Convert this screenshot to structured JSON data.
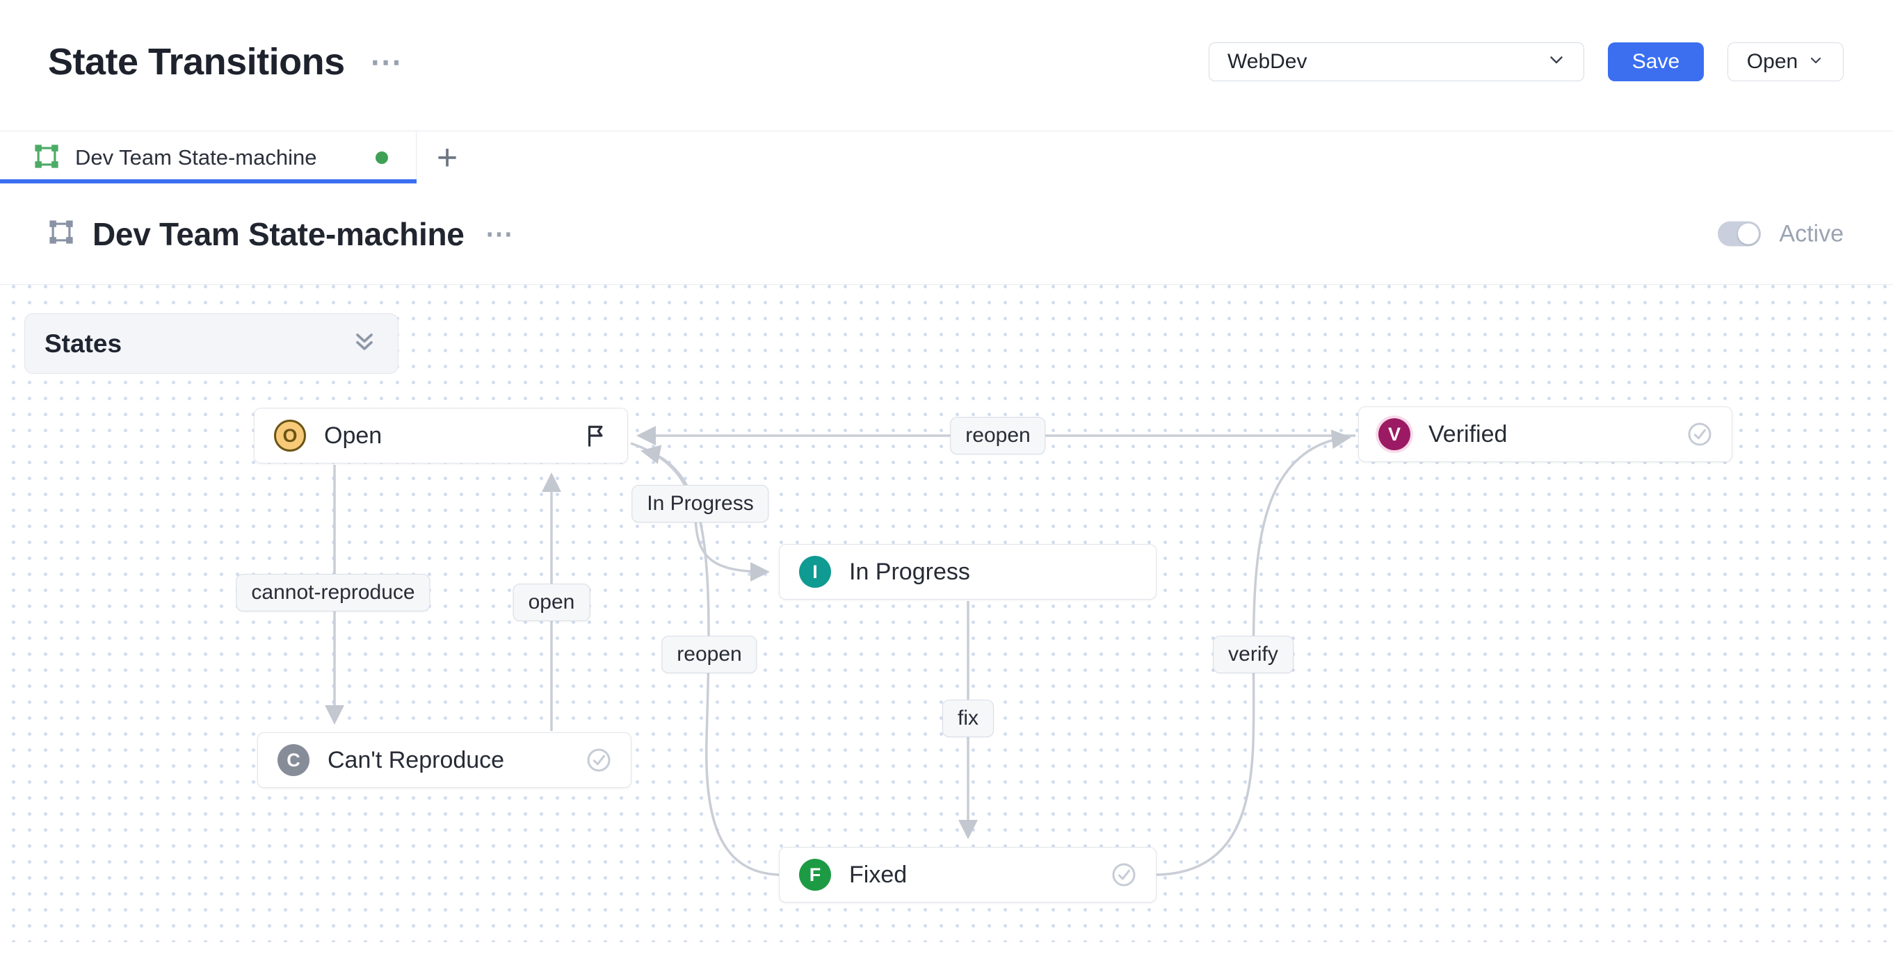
{
  "header": {
    "title": "State Transitions",
    "menu_ellipsis": "⋯",
    "workspace_select": {
      "value": "WebDev"
    },
    "save_label": "Save",
    "open_label": "Open"
  },
  "tabs": {
    "active_tab": {
      "label": "Dev Team State-machine",
      "status_dot_color": "#3fa156"
    },
    "add_tab_label": "+"
  },
  "machine": {
    "title": "Dev Team State-machine",
    "menu_ellipsis": "⋯",
    "active_toggle": {
      "label": "Active",
      "on": true
    }
  },
  "canvas": {
    "states_panel_label": "States",
    "nodes": [
      {
        "label": "Open",
        "letter": "O",
        "badge_color": "#f7ca79",
        "badge_text_color": "#6b5414",
        "right_icon": "flag-icon"
      },
      {
        "label": "Verified",
        "letter": "V",
        "badge_color": "#9b1a63",
        "badge_text_color": "#ffffff",
        "right_icon": "check-circle-icon"
      },
      {
        "label": "In Progress",
        "letter": "I",
        "badge_color": "#0f9a92",
        "badge_text_color": "#ffffff",
        "right_icon": null
      },
      {
        "label": "Can't Reproduce",
        "letter": "C",
        "badge_color": "#878d98",
        "badge_text_color": "#ffffff",
        "right_icon": "check-circle-icon"
      },
      {
        "label": "Fixed",
        "letter": "F",
        "badge_color": "#1d9b44",
        "badge_text_color": "#ffffff",
        "right_icon": "check-circle-icon"
      }
    ],
    "edges": [
      {
        "label": "reopen",
        "from": "Verified",
        "to": "Open"
      },
      {
        "label": "In Progress",
        "from": "Open",
        "to": "In Progress"
      },
      {
        "label": "cannot-reproduce",
        "from": "Open",
        "to": "Can't Reproduce"
      },
      {
        "label": "open",
        "from": "Can't Reproduce",
        "to": "Open"
      },
      {
        "label": "reopen",
        "from": "Fixed",
        "to": "Open"
      },
      {
        "label": "fix",
        "from": "In Progress",
        "to": "Fixed"
      },
      {
        "label": "verify",
        "from": "Fixed",
        "to": "Verified"
      }
    ]
  },
  "colors": {
    "accent_blue": "#3b6ff0",
    "tab_underline": "#3b6ff0",
    "tab_icon_green": "#4cab67",
    "status_dot_green": "#3fa156",
    "toggle_off_track": "#c9cfdd",
    "edge_stroke": "#c9cdd6",
    "canvas_dot": "#d3dcec",
    "edge_label_bg": "#f6f7f9",
    "states_panel_bg": "#f3f5f8",
    "muted_text": "#9aa3b2"
  }
}
